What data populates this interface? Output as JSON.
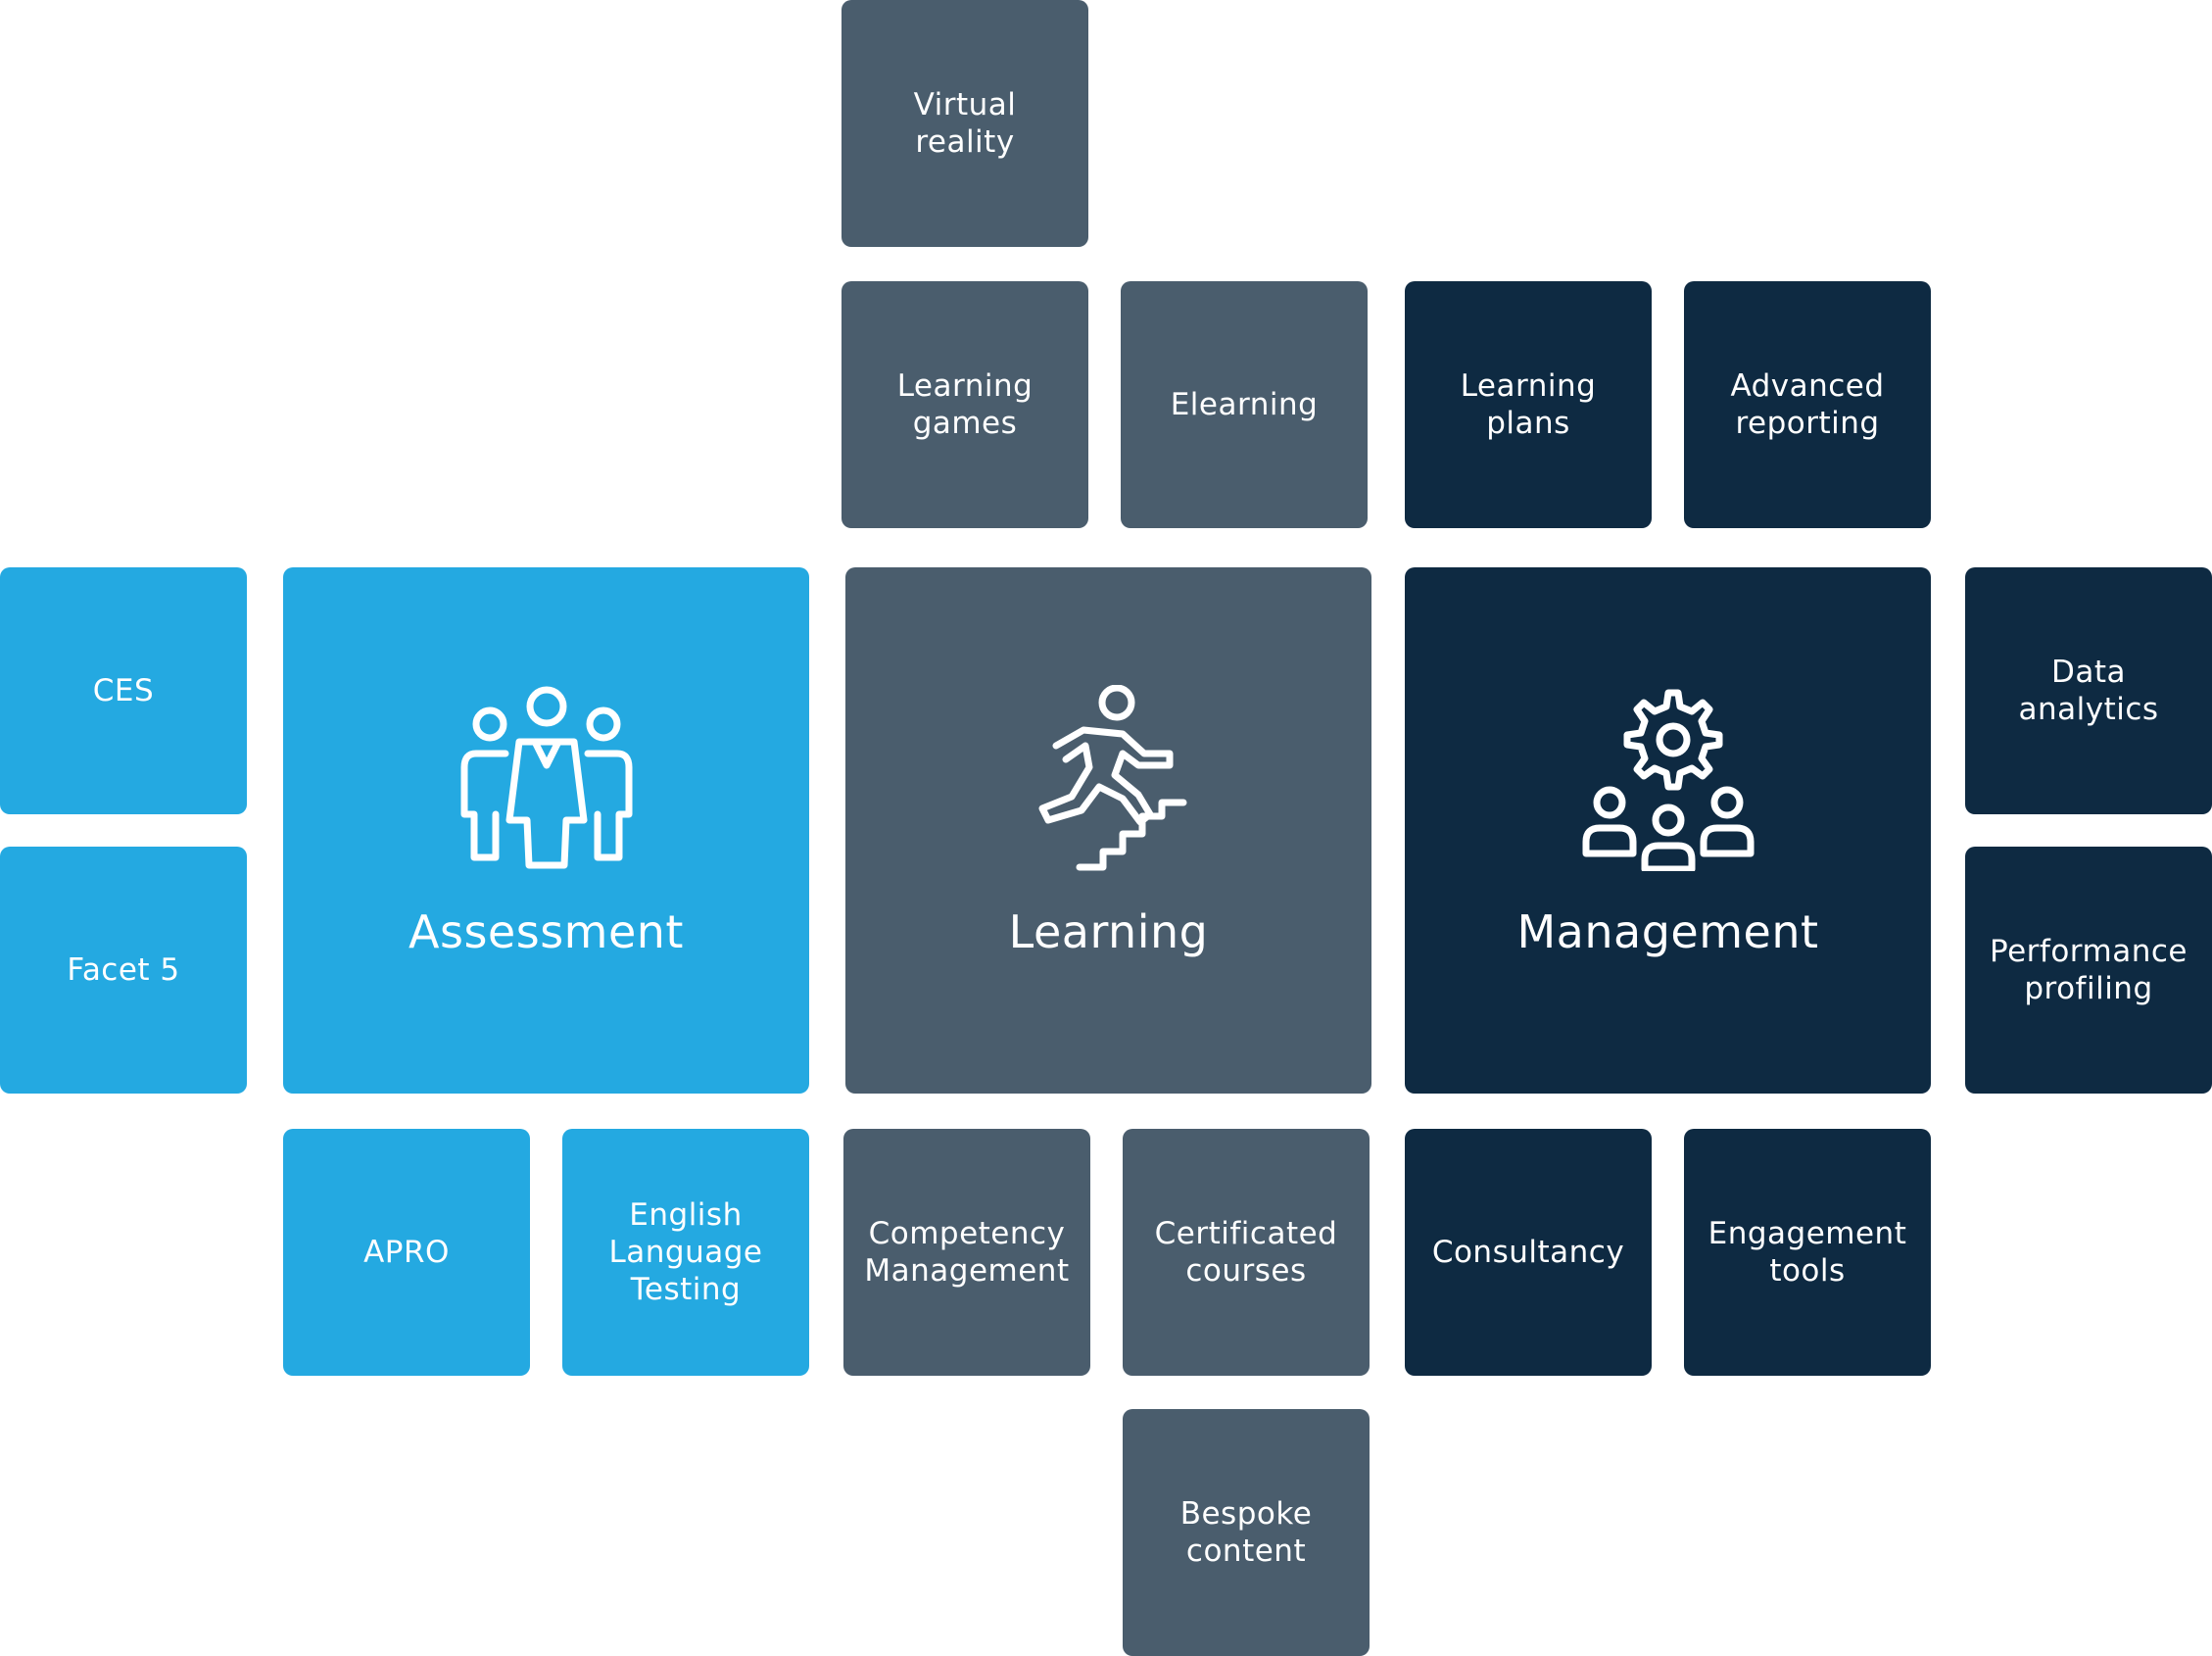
{
  "colors": {
    "assessment": "#24a9e1",
    "learning": "#4a5d6d",
    "management": "#0e2a42",
    "text": "#ffffff"
  },
  "main": {
    "assessment": {
      "label": "Assessment",
      "icon": "people-group-icon"
    },
    "learning": {
      "label": "Learning",
      "icon": "person-climbing-stairs-icon"
    },
    "management": {
      "label": "Management",
      "icon": "team-gear-icon"
    }
  },
  "tiles": {
    "virtual_reality": "Virtual\nreality",
    "learning_games": "Learning\ngames",
    "elearning": "Elearning",
    "learning_plans": "Learning\nplans",
    "advanced_reporting": "Advanced\nreporting",
    "ces": "CES",
    "facet5": "Facet 5",
    "data_analytics": "Data\nanalytics",
    "performance_profiling": "Performance\nprofiling",
    "apro": "APRO",
    "english_language_testing": "English\nLanguage\nTesting",
    "competency_management": "Competency\nManagement",
    "certificated_courses": "Certificated\ncourses",
    "consultancy": "Consultancy",
    "engagement_tools": "Engagement\ntools",
    "bespoke_content": "Bespoke\ncontent"
  }
}
